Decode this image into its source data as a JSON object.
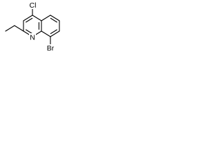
{
  "molecule": {
    "atoms": {
      "chlorine": "Cl",
      "nitrogen": "N",
      "bromine": "Br"
    }
  },
  "colors": {
    "bond": "#000000",
    "text": "#000000",
    "background": "#ffffff"
  }
}
